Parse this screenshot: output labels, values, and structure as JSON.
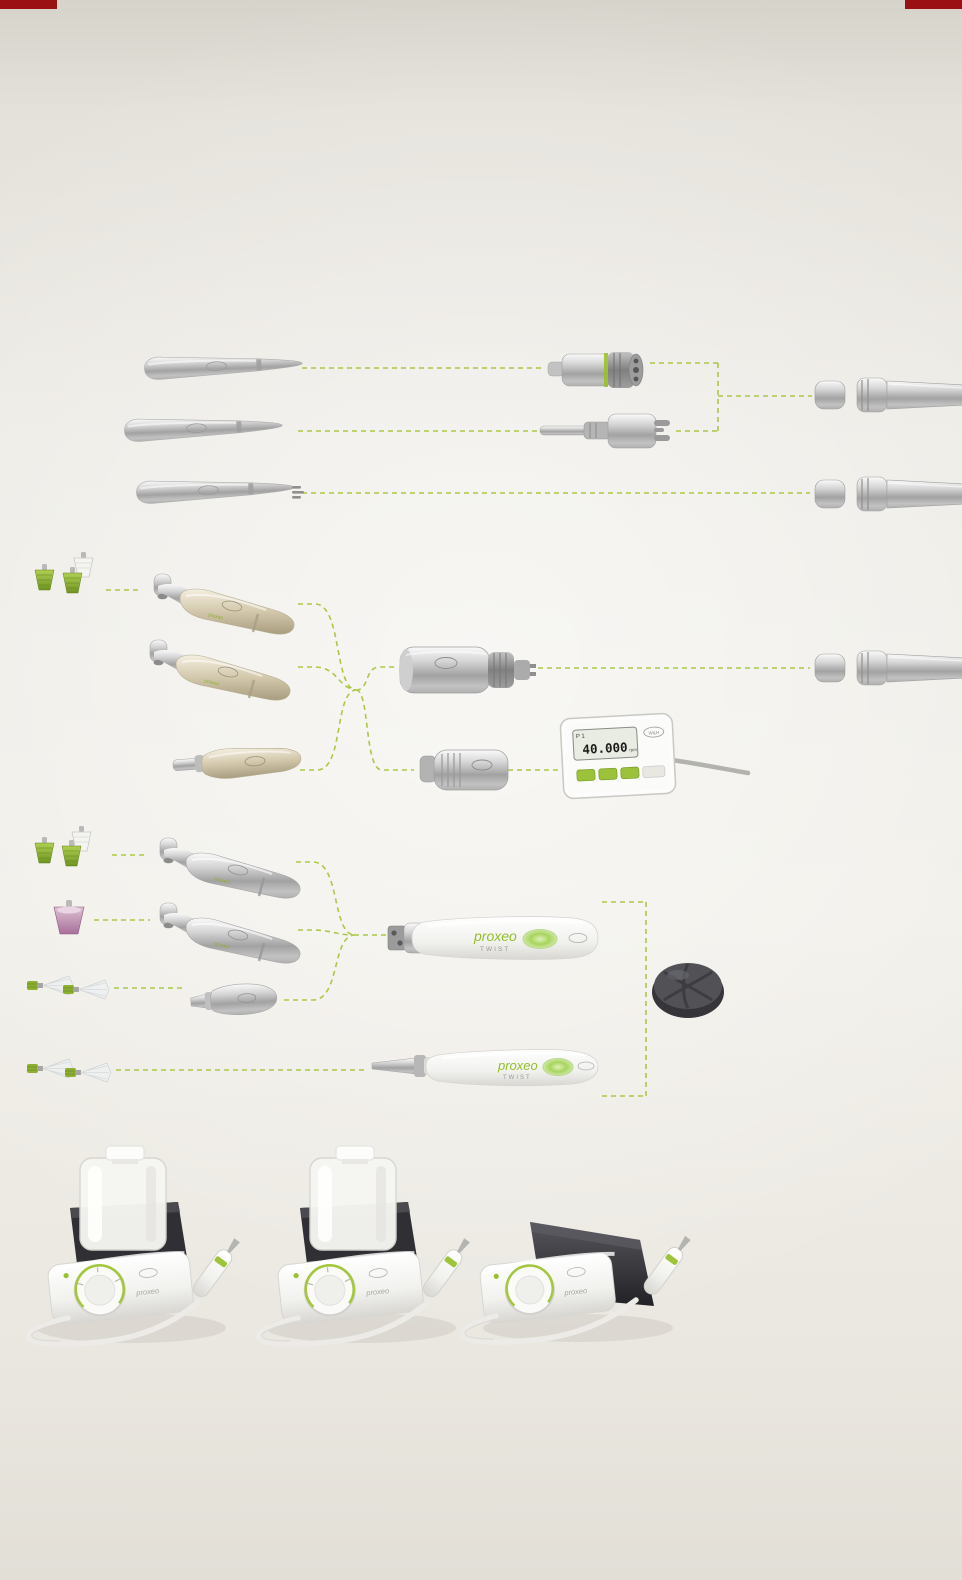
{
  "page": {
    "background_color": "#edebe5",
    "top_accent_color": "#9b1113",
    "connector_line_color": "#a6c53e",
    "accent_green": "#97c11f",
    "prophy_cup_pink": "#a86f9a"
  },
  "brand_logo": "W&H",
  "labels": {
    "proxeo": "proxeo",
    "twist": "TWIST"
  },
  "control_unit": {
    "mode": "P 1",
    "value": "40.000",
    "unit": "rpm"
  },
  "icons": {
    "prophy_cup_green": "green prophy cup",
    "prophy_brush_white": "white prophy brush",
    "prophy_cup_pink": "pink prophy cup",
    "screw_in_brush": "screw-in prophy brush",
    "wh_logo": "W&H oval logo",
    "foot_control": "round foot control pedal"
  }
}
